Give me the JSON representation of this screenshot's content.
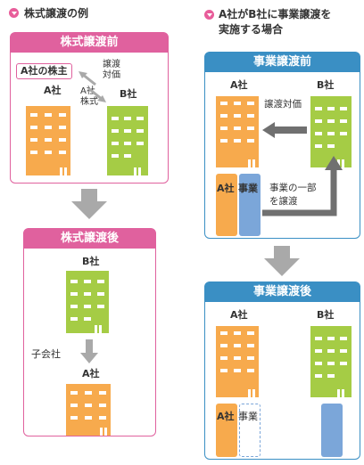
{
  "left_section": {
    "heading": "株式譲渡の例",
    "before": {
      "title": "株式譲渡前",
      "shareholder_tag": "A社の株主",
      "company_a": "A社",
      "company_b": "B社",
      "payment_label": [
        "譲渡",
        "対価"
      ],
      "shares_label": [
        "A社",
        "株式"
      ]
    },
    "after": {
      "title": "株式譲渡後",
      "company_b": "B社",
      "subsidiary_label": "子会社",
      "company_a": "A社"
    }
  },
  "right_section": {
    "heading_line1": "A社がB社に事業譲渡を",
    "heading_line2": "実施する場合",
    "before": {
      "title": "事業譲渡前",
      "company_a": "A社",
      "company_b": "B社",
      "payment_label": "譲渡対価",
      "a_label": "A社",
      "business_label": "事業",
      "transfer_label": [
        "事業の一部",
        "を譲渡"
      ]
    },
    "after": {
      "title": "事業譲渡後",
      "company_a": "A社",
      "company_b": "B社",
      "a_label": "A社",
      "business_label": "事業"
    }
  },
  "colors": {
    "pink": "#e0619e",
    "blue": "#3a8fc4",
    "orange": "#f7aa4d",
    "green": "#a5cc45",
    "light_blue": "#7ba6d9",
    "gray_arrow": "#a9a9a9"
  }
}
